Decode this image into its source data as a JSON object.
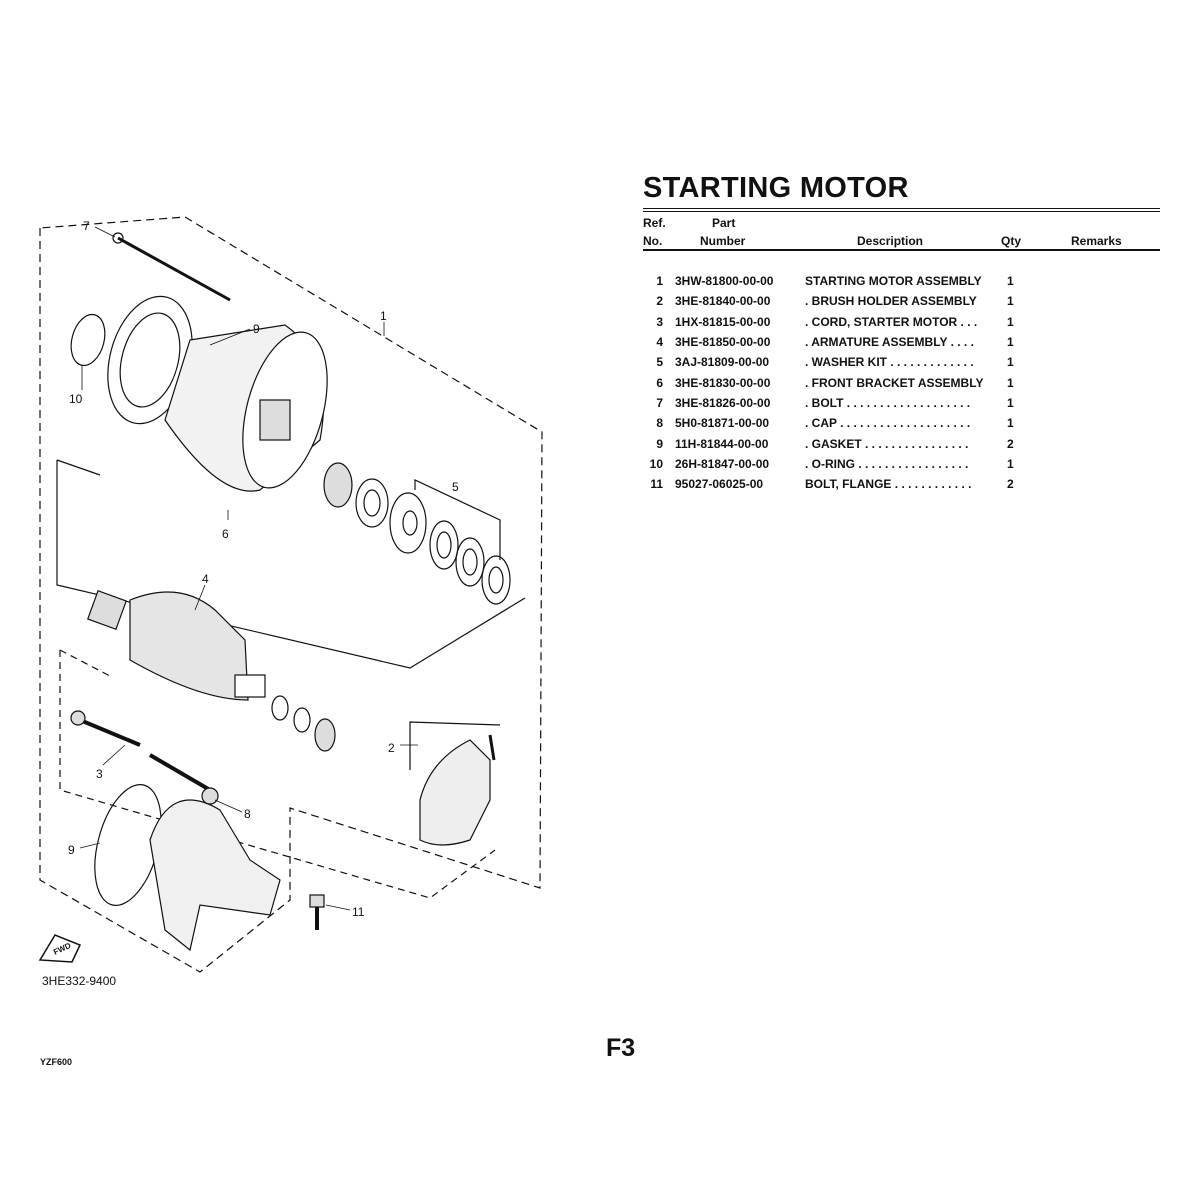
{
  "page": {
    "title": "STARTING MOTOR",
    "page_code": "F3",
    "model": "YZF600",
    "diagram_code": "3HE332-9400"
  },
  "table": {
    "headers": {
      "ref_top": "Ref.",
      "ref_bottom": "No.",
      "part_top": "Part",
      "part_bottom": "Number",
      "description": "Description",
      "qty": "Qty",
      "remarks": "Remarks"
    },
    "rows": [
      {
        "ref": "1",
        "part": "3HW-81800-00-00",
        "desc": "STARTING MOTOR ASSEMBLY",
        "qty": "1"
      },
      {
        "ref": "2",
        "part": "3HE-81840-00-00",
        "desc": ". BRUSH HOLDER ASSEMBLY",
        "qty": "1"
      },
      {
        "ref": "3",
        "part": "1HX-81815-00-00",
        "desc": ". CORD, STARTER MOTOR  . . .",
        "qty": "1"
      },
      {
        "ref": "4",
        "part": "3HE-81850-00-00",
        "desc": ". ARMATURE ASSEMBLY  . . . .",
        "qty": "1"
      },
      {
        "ref": "5",
        "part": "3AJ-81809-00-00",
        "desc": ". WASHER KIT  . . . . . . . . . . . . .",
        "qty": "1"
      },
      {
        "ref": "6",
        "part": "3HE-81830-00-00",
        "desc": ". FRONT BRACKET ASSEMBLY",
        "qty": "1"
      },
      {
        "ref": "7",
        "part": "3HE-81826-00-00",
        "desc": ". BOLT  . . . . . . . . . . . . . . . . . . .",
        "qty": "1"
      },
      {
        "ref": "8",
        "part": "5H0-81871-00-00",
        "desc": ". CAP  . . . . . . . . . . . . . . . . . . . .",
        "qty": "1"
      },
      {
        "ref": "9",
        "part": "11H-81844-00-00",
        "desc": ". GASKET  . . . . . . . . . . . . . . . .",
        "qty": "2"
      },
      {
        "ref": "10",
        "part": "26H-81847-00-00",
        "desc": ". O-RING  . . . . . . . . . . . . . . . . .",
        "qty": "1"
      },
      {
        "ref": "11",
        "part": "95027-06025-00",
        "desc": "BOLT, FLANGE  . . . . . . . . . . . .",
        "qty": "2"
      }
    ]
  },
  "callouts": {
    "c7": "7",
    "c9a": "9",
    "c1": "1",
    "c10": "10",
    "c5": "5",
    "c6": "6",
    "c4": "4",
    "c2": "2",
    "c3": "3",
    "c8": "8",
    "c9b": "9",
    "c11": "11",
    "fwd": "FWD"
  }
}
